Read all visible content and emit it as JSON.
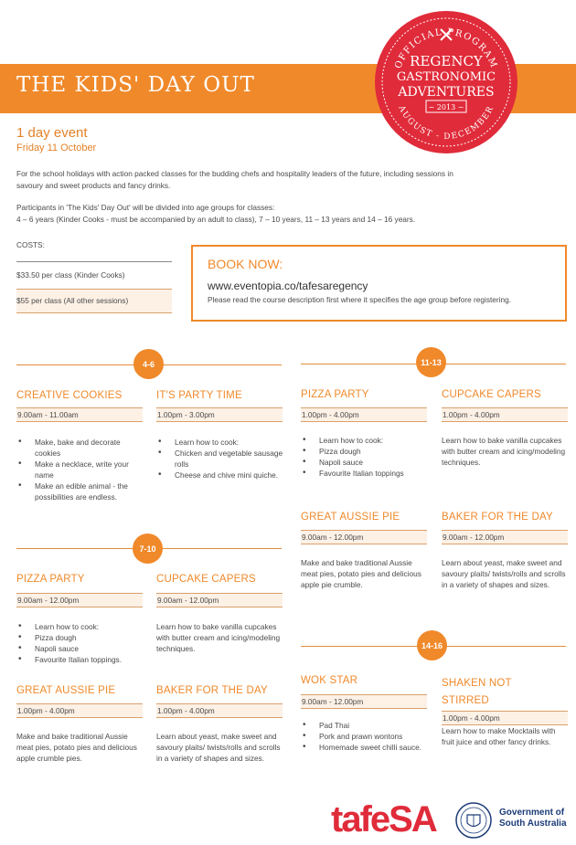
{
  "header": {
    "title": "THE KIDS' DAY OUT"
  },
  "seal": {
    "top_arc": "OFFICIAL PROGRAM",
    "line1": "REGENCY",
    "line2": "GASTRONOMIC",
    "line3": "ADVENTURES",
    "year": "~ 2013 ~",
    "bottom_arc": "AUGUST - DECEMBER",
    "icon": "fork-knife-icon",
    "color": "#e02b3a"
  },
  "event": {
    "title": "1 day event",
    "date": "Friday 11 October"
  },
  "intro": {
    "p1": "For the school holidays with action packed classes for the budding chefs and hospitality leaders of the future, including sessions in savoury and sweet products and fancy drinks.",
    "p2_line1": "Participants in 'The Kids' Day Out' will be divided into age groups for classes:",
    "p2_line2": "4 – 6 years (Kinder Cooks - must be accompanied by an adult to class), 7 – 10 years, 11 – 13 years and 14 – 16 years."
  },
  "costs": {
    "label": "COSTS:",
    "items": [
      "$33.50 per class (Kinder Cooks)",
      "$55 per class (All other sessions)"
    ]
  },
  "booking": {
    "heading": "BOOK NOW:",
    "url": "www.eventopia.co/tafesaregency",
    "note": "Please read the course description first where it specifies the age group before registering."
  },
  "groups": {
    "g4_6": {
      "badge": "4-6",
      "classes": [
        {
          "title": "CREATIVE COOKIES",
          "time": "9.00am - 11.00am",
          "bullets": [
            "Make, bake and decorate cookies",
            "Make a necklace, write your name",
            "Make an edible animal - the possibilities are endless."
          ]
        },
        {
          "title": "IT'S PARTY TIME",
          "time": "1.00pm - 3.00pm",
          "bullets": [
            "Learn how to cook:",
            "Chicken and vegetable sausage rolls",
            "Cheese and chive mini quiche."
          ]
        }
      ]
    },
    "g7_10": {
      "badge": "7-10",
      "classes": [
        {
          "title": "PIZZA PARTY",
          "time": "9.00am - 12.00pm",
          "bullets": [
            "Learn how to cook:",
            "Pizza dough",
            "Napoli sauce",
            "Favourite Italian toppings."
          ]
        },
        {
          "title": "CUPCAKE CAPERS",
          "time": "9.00am - 12.00pm",
          "desc": "Learn how to bake vanilla cupcakes with butter cream and icing/modeling techniques."
        },
        {
          "title": "GREAT AUSSIE PIE",
          "time": "1.00pm - 4.00pm",
          "desc": "Make and bake traditional Aussie meat pies, potato pies and delicious apple crumble pies."
        },
        {
          "title": "BAKER FOR THE DAY",
          "time": "1.00pm - 4.00pm",
          "desc": "Learn about yeast, make sweet and savoury plaits/ twists/rolls and scrolls in a variety of shapes and sizes."
        }
      ]
    },
    "g11_13": {
      "badge": "11-13",
      "classes": [
        {
          "title": "PIZZA PARTY",
          "time": "1.00pm - 4.00pm",
          "bullets": [
            "Learn how to cook:",
            "Pizza dough",
            "Napoli sauce",
            "Favourite Italian toppings"
          ]
        },
        {
          "title": "CUPCAKE CAPERS",
          "time": "1.00pm - 4.00pm",
          "desc": "Learn how to bake vanilla cupcakes with butter cream and icing/modeling techniques."
        },
        {
          "title": "GREAT AUSSIE PIE",
          "time": "9.00am - 12.00pm",
          "desc": "Make and bake traditional Aussie meat pies, potato pies and delicious apple pie crumble."
        },
        {
          "title": "BAKER FOR THE DAY",
          "time": "9.00am - 12.00pm",
          "desc": "Learn about yeast, make sweet and savoury plaits/ twists/rolls and scrolls in a variety of shapes and sizes."
        }
      ]
    },
    "g14_16": {
      "badge": "14-16",
      "classes": [
        {
          "title": "WOK STAR",
          "time": "9.00am - 12.00pm",
          "bullets": [
            "Pad Thai",
            "Pork and prawn wontons",
            "Homemade sweet chilli sauce."
          ]
        },
        {
          "title_line1": "SHAKEN NOT",
          "title_line2": "STIRRED",
          "time": "1.00pm - 4.00pm",
          "desc": "Learn how to make Mocktails with fruit juice and other fancy drinks."
        }
      ]
    }
  },
  "footer": {
    "tafe_logo": "tafeSA",
    "gov_line1": "Government of",
    "gov_line2": "South Australia",
    "crest_icon": "coat-of-arms-icon"
  }
}
